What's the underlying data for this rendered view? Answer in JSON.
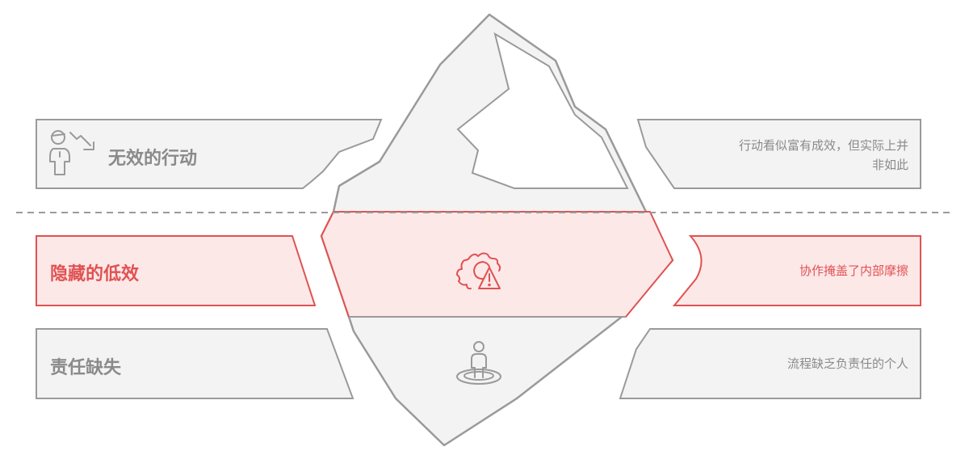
{
  "title": "冰山模型：隐藏的低效",
  "colors": {
    "gray_stroke": "#9a9a9a",
    "gray_fill": "#f3f3f3",
    "red_stroke": "#e05252",
    "red_fill": "#fde8e8"
  },
  "rows": [
    {
      "label": "无效的行动",
      "description": "行动看似富有成效，但实际上并非如此",
      "icon": "person-trend-down-icon",
      "highlight": false
    },
    {
      "label": "隐藏的低效",
      "description": "协作掩盖了内部摩擦",
      "icon": "gear-warning-icon",
      "highlight": true
    },
    {
      "label": "责任缺失",
      "description": "流程缺乏负责任的个人",
      "icon": "person-on-spot-icon",
      "highlight": false
    }
  ]
}
